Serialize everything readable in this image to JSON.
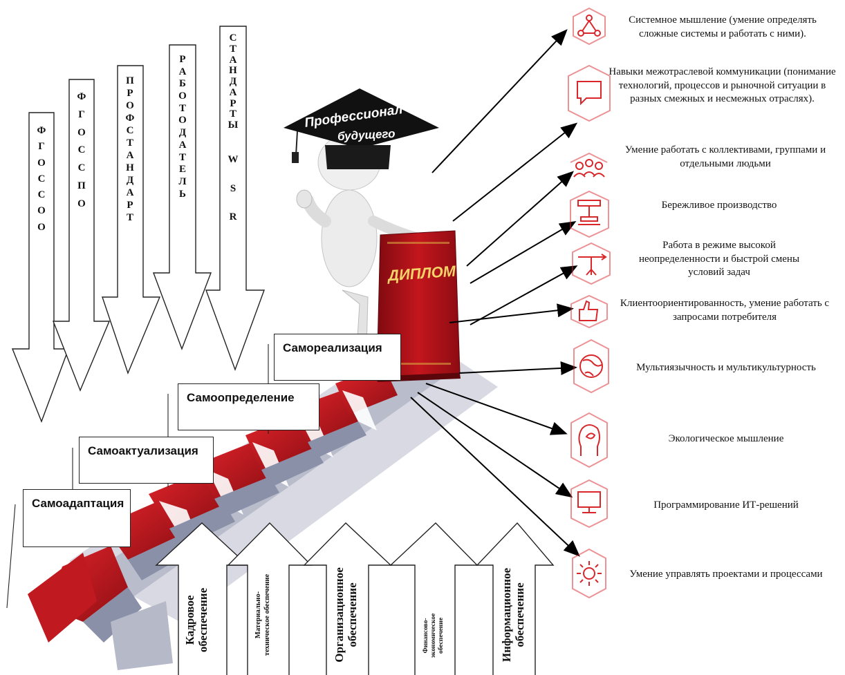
{
  "down_arrows": [
    {
      "id": "fgos-oo",
      "letters": [
        "Ф",
        "Г",
        "О",
        "С",
        "С",
        "О",
        "О"
      ]
    },
    {
      "id": "fgos-spo",
      "letters": [
        "Ф",
        "Г",
        "О",
        "С",
        "С",
        "П",
        "О"
      ]
    },
    {
      "id": "profstandart",
      "letters": [
        "П",
        "Р",
        "О",
        "Ф",
        "С",
        "Т",
        "А",
        "Н",
        "Д",
        "А",
        "Р",
        "Т"
      ]
    },
    {
      "id": "rabotodatel",
      "letters": [
        "Р",
        "А",
        "Б",
        "О",
        "Т",
        "О",
        "Д",
        "А",
        "Т",
        "Е",
        "Л",
        "Ь"
      ]
    },
    {
      "id": "standarty-wsr",
      "letters": [
        "С",
        "Т",
        "А",
        "Н",
        "Д",
        "А",
        "Р",
        "Т",
        "Ы",
        "",
        "W",
        "",
        "S",
        "",
        "R"
      ]
    }
  ],
  "cap_text": {
    "line1": "Профессионал",
    "line2": "будущего"
  },
  "diploma_text": "ДИПЛОМ",
  "stages": [
    "Самоадаптация",
    "Самоактуализация",
    "Самоопределение",
    "Самореализация"
  ],
  "supports": [
    {
      "id": "kadrovoe",
      "text": [
        "Кадровое",
        "обеспечение"
      ]
    },
    {
      "id": "material",
      "text": [
        "Материально-",
        "техническое обеспечение"
      ]
    },
    {
      "id": "organiz",
      "text": [
        "Организационное",
        "обеспечение"
      ]
    },
    {
      "id": "finans",
      "text": [
        "Финансово-",
        "экономическое",
        "обеспечение"
      ]
    },
    {
      "id": "inform",
      "text": [
        "Информационное",
        "обеспечение"
      ]
    }
  ],
  "skills": [
    {
      "icon": "network-triangle-icon",
      "text": "Системное мышление (умение определять сложные системы и работать с ними)."
    },
    {
      "icon": "speech-bubble-icon",
      "text": "Навыки межотраслевой коммуникации (понимание технологий, процессов и рыночной ситуации в разных смежных и несмежных отраслях)."
    },
    {
      "icon": "team-icon",
      "text": "Умение работать с коллективами, группами и отдельными людьми"
    },
    {
      "icon": "press-machine-icon",
      "text": "Бережливое производство"
    },
    {
      "icon": "weathervane-icon",
      "text": "Работа в режиме высокой неопределенности и быстрой смены условий задач"
    },
    {
      "icon": "thumbs-up-icon",
      "text": "Клиентоориентированность, умение работать с запросами потребителя"
    },
    {
      "icon": "globe-icon",
      "text": "Мультиязычность и мультикультурность"
    },
    {
      "icon": "eco-head-icon",
      "text": "Экологическое мышление"
    },
    {
      "icon": "monitor-icon",
      "text": "Программирование ИТ-решений"
    },
    {
      "icon": "gear-icon",
      "text": "Умение управлять проектами и процессами"
    }
  ],
  "colors": {
    "accent": "#d9262b",
    "dark_red": "#a8141a",
    "stair_grey": "#9aa0b4"
  }
}
